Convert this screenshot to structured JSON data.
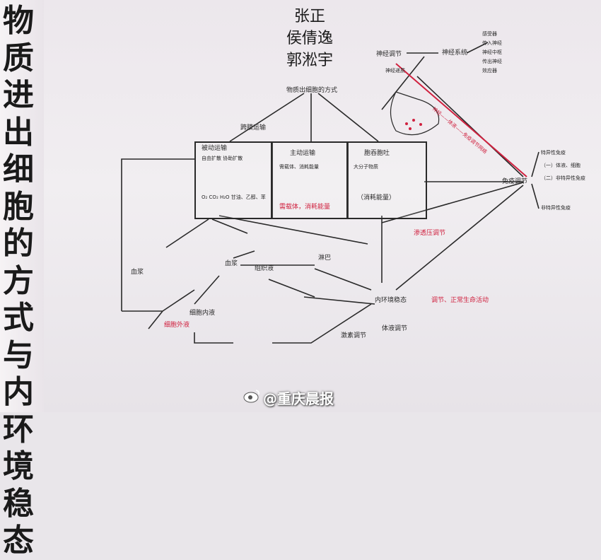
{
  "vertical_title": "物质进出细胞的方式与内环境稳态",
  "authors": [
    "张正",
    "侯倩逸",
    "郭淞宇"
  ],
  "watermark": "@重庆晨报",
  "nodes": {
    "top_center": "物质出细胞的方式",
    "mid_label_left": "跨膜运输",
    "box1_title": "被动运输",
    "box1_note": "自由扩散 协助扩散",
    "box1_examples": "O₂ CO₂ H₂O 甘油、乙醇、苯",
    "box2_title": "主动运输",
    "box2_note": "需载体、消耗能量",
    "box2_red": "需载体，消耗能量",
    "box3_title": "胞吞胞吐",
    "box3_note": "大分子物质",
    "box3_red": "（消耗能量）",
    "right_top_1": "神经调节",
    "right_top_2": "神经系统",
    "right_top_3": "神经递质",
    "right_list": [
      "感受器",
      "传入神经",
      "神经中枢",
      "传出神经",
      "效应器"
    ],
    "right_mid": "免疫调节",
    "right_mid_notes": [
      "特异性免疫",
      "（一）体液、细胞",
      "（二）非特异性免疫"
    ],
    "right_bottom": "非特异性免疫",
    "red_diag": "神经——体液——免疫调节网络",
    "center_lower_1": "血浆",
    "center_lower_2": "组织液",
    "center_lower_3": "淋巴",
    "center_lower_4": "细胞内液",
    "bottom_mid": "内环境稳态",
    "bottom_left": "血浆",
    "bottom_red_1": "渗透压调节",
    "bottom_red_2": "细胞外液",
    "bottom_right_1": "体液调节",
    "bottom_right_2": "激素调节",
    "bottom_right_red": "调节、正常生命活动"
  }
}
